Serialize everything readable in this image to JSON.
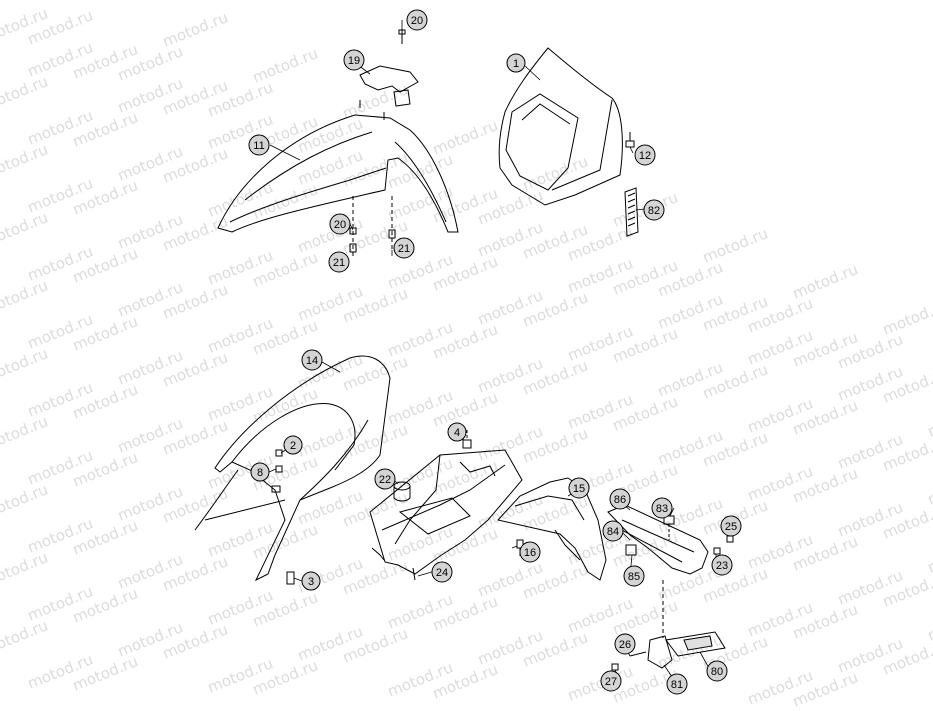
{
  "diagram": {
    "type": "exploded-parts-diagram",
    "watermark": "motod.ru",
    "callouts": [
      "1",
      "2",
      "3",
      "4",
      "8",
      "11",
      "12",
      "14",
      "15",
      "16",
      "19",
      "20",
      "20",
      "21",
      "21",
      "22",
      "23",
      "24",
      "25",
      "26",
      "27",
      "80",
      "81",
      "82",
      "83",
      "84",
      "85",
      "86"
    ],
    "callout_style": {
      "fill": "#d4d4d4",
      "stroke": "#000000",
      "text": "#000000"
    },
    "line_color": "#000000"
  }
}
